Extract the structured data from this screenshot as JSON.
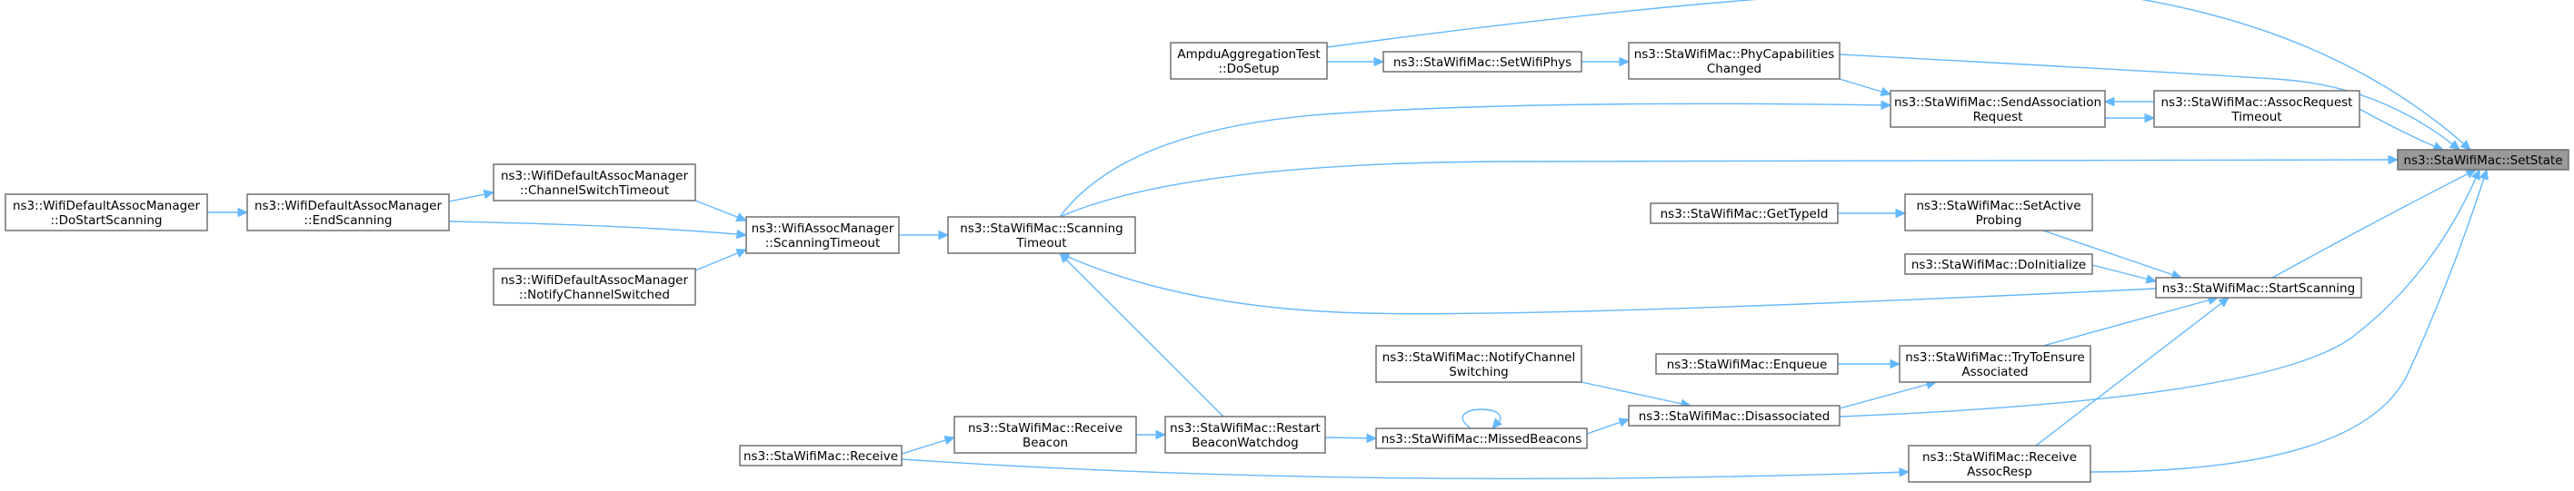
{
  "colors": {
    "edge": "#63b8ff",
    "node_border": "#666666",
    "root_fill": "#999999",
    "node_fill": "#ffffff"
  },
  "nodes": {
    "setstate": [
      "ns3::StaWifiMac::SetState"
    ],
    "ampdu_dosetup": [
      "AmpduAggregationTest",
      "::DoSetup"
    ],
    "setwifiphys": [
      "ns3::StaWifiMac::SetWifiPhys"
    ],
    "phycap": [
      "ns3::StaWifiMac::PhyCapabilities",
      "Changed"
    ],
    "sendassoc": [
      "ns3::StaWifiMac::SendAssociation",
      "Request"
    ],
    "assocreqtimeout": [
      "ns3::StaWifiMac::AssocRequest",
      "Timeout"
    ],
    "wdam_dostartscanning": [
      "ns3::WifiDefaultAssocManager",
      "::DoStartScanning"
    ],
    "wdam_endscanning": [
      "ns3::WifiDefaultAssocManager",
      "::EndScanning"
    ],
    "wdam_channelswitchtimeout": [
      "ns3::WifiDefaultAssocManager",
      "::ChannelSwitchTimeout"
    ],
    "wam_scanningtimeout": [
      "ns3::WifiAssocManager",
      "::ScanningTimeout"
    ],
    "wdam_notifychannelswitched": [
      "ns3::WifiDefaultAssocManager",
      "::NotifyChannelSwitched"
    ],
    "scanningtimeout": [
      "ns3::StaWifiMac::Scanning",
      "Timeout"
    ],
    "gettypeid": [
      "ns3::StaWifiMac::GetTypeId"
    ],
    "setactiveprobing": [
      "ns3::StaWifiMac::SetActive",
      "Probing"
    ],
    "doinitialize": [
      "ns3::StaWifiMac::DoInitialize"
    ],
    "startscanning": [
      "ns3::StaWifiMac::StartScanning"
    ],
    "notifychannelswitching": [
      "ns3::StaWifiMac::NotifyChannel",
      "Switching"
    ],
    "enqueue": [
      "ns3::StaWifiMac::Enqueue"
    ],
    "trytoensure": [
      "ns3::StaWifiMac::TryToEnsure",
      "Associated"
    ],
    "disassociated": [
      "ns3::StaWifiMac::Disassociated"
    ],
    "receivebeacon": [
      "ns3::StaWifiMac::Receive",
      "Beacon"
    ],
    "restartbeacon": [
      "ns3::StaWifiMac::Restart",
      "BeaconWatchdog"
    ],
    "missedbeacons": [
      "ns3::StaWifiMac::MissedBeacons"
    ],
    "receive": [
      "ns3::StaWifiMac::Receive"
    ],
    "receiveassocresp": [
      "ns3::StaWifiMac::Receive",
      "AssocResp"
    ]
  },
  "edges": [
    [
      "assocreqtimeout",
      "setstate"
    ],
    [
      "ampdu_dosetup",
      "setstate"
    ],
    [
      "phycap",
      "setstate"
    ],
    [
      "sendassoc",
      "setstate"
    ],
    [
      "scanningtimeout",
      "setstate"
    ],
    [
      "startscanning",
      "setstate"
    ],
    [
      "disassociated",
      "setstate"
    ],
    [
      "receiveassocresp",
      "setstate"
    ],
    [
      "ampdu_dosetup",
      "setwifiphys"
    ],
    [
      "setwifiphys",
      "phycap"
    ],
    [
      "phycap",
      "sendassoc"
    ],
    [
      "assocreqtimeout",
      "sendassoc"
    ],
    [
      "sendassoc",
      "assocreqtimeout"
    ],
    [
      "scanningtimeout",
      "sendassoc"
    ],
    [
      "wdam_dostartscanning",
      "wdam_endscanning"
    ],
    [
      "wdam_endscanning",
      "wdam_channelswitchtimeout"
    ],
    [
      "wdam_endscanning",
      "wam_scanningtimeout"
    ],
    [
      "wdam_channelswitchtimeout",
      "wam_scanningtimeout"
    ],
    [
      "wdam_notifychannelswitched",
      "wam_scanningtimeout"
    ],
    [
      "wam_scanningtimeout",
      "scanningtimeout"
    ],
    [
      "startscanning",
      "scanningtimeout"
    ],
    [
      "restartbeacon",
      "scanningtimeout"
    ],
    [
      "gettypeid",
      "setactiveprobing"
    ],
    [
      "setactiveprobing",
      "startscanning"
    ],
    [
      "doinitialize",
      "startscanning"
    ],
    [
      "trytoensure",
      "startscanning"
    ],
    [
      "receiveassocresp",
      "startscanning"
    ],
    [
      "enqueue",
      "trytoensure"
    ],
    [
      "disassociated",
      "trytoensure"
    ],
    [
      "notifychannelswitching",
      "disassociated"
    ],
    [
      "missedbeacons",
      "disassociated"
    ],
    [
      "missedbeacons",
      "missedbeacons"
    ],
    [
      "restartbeacon",
      "missedbeacons"
    ],
    [
      "receivebeacon",
      "restartbeacon"
    ],
    [
      "receive",
      "receivebeacon"
    ],
    [
      "receive",
      "receiveassocresp"
    ]
  ]
}
